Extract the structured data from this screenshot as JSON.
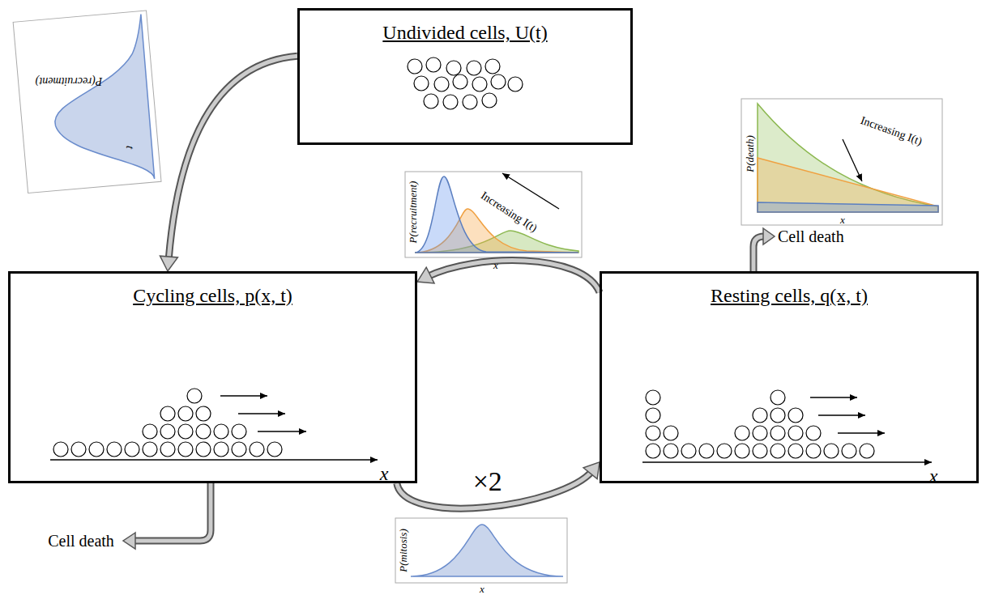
{
  "diagram": {
    "nodes": [
      {
        "text": [
          "Undivided cells, U(t)"
        ]
      },
      {
        "text": [
          "Cycling cells, p(x, t)"
        ]
      },
      {
        "text": [
          "Resting cells, q(x, t)"
        ]
      }
    ],
    "edges": [
      {
        "from": 0,
        "to": 1,
        "arrow": "to"
      },
      {
        "from": 2,
        "to": 1,
        "arrow": "to"
      },
      {
        "from": 1,
        "to": 2,
        "arrow": "to",
        "label": "×2"
      }
    ],
    "labels": [
      "P(recruitment)",
      "t",
      "P(recruitment)",
      "Increasing I(t)",
      "x",
      "P(death)",
      "Increasing I(t)",
      "x",
      "Cell death",
      "x",
      "x",
      "Cell death",
      "P(mitosis)",
      "x"
    ]
  }
}
